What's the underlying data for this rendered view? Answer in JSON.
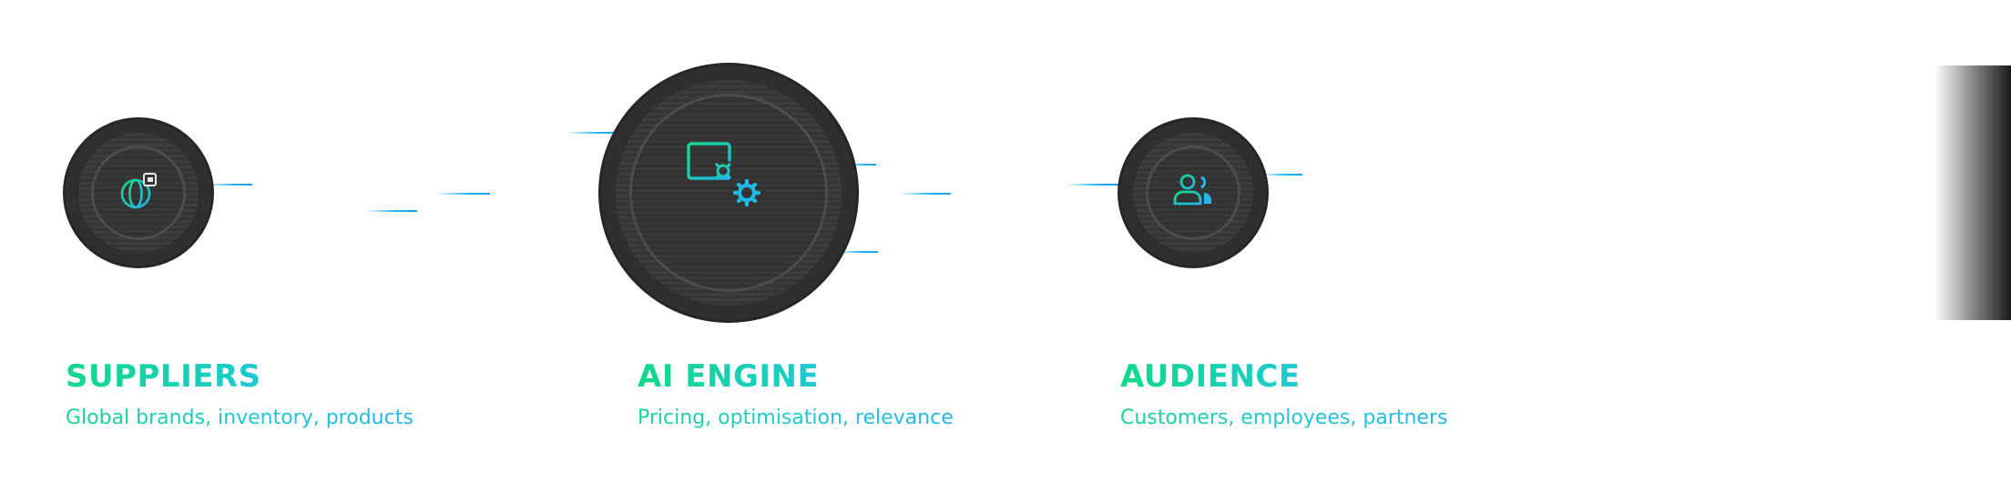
{
  "stages": [
    {
      "title": "SUPPLIERS",
      "subtitle": "Global brands, inventory, products",
      "icon": "globe-icon"
    },
    {
      "title": "AI ENGINE",
      "subtitle": "Pricing, optimisation, relevance",
      "icon": "settings-sliders-icon"
    },
    {
      "title": "AUDIENCE",
      "subtitle": "Customers, employees, partners",
      "icon": "users-icon"
    }
  ],
  "colors": {
    "accent_green": "#12d98a",
    "accent_cyan": "#22b8ea",
    "node_dark": "#2f2f2f"
  }
}
